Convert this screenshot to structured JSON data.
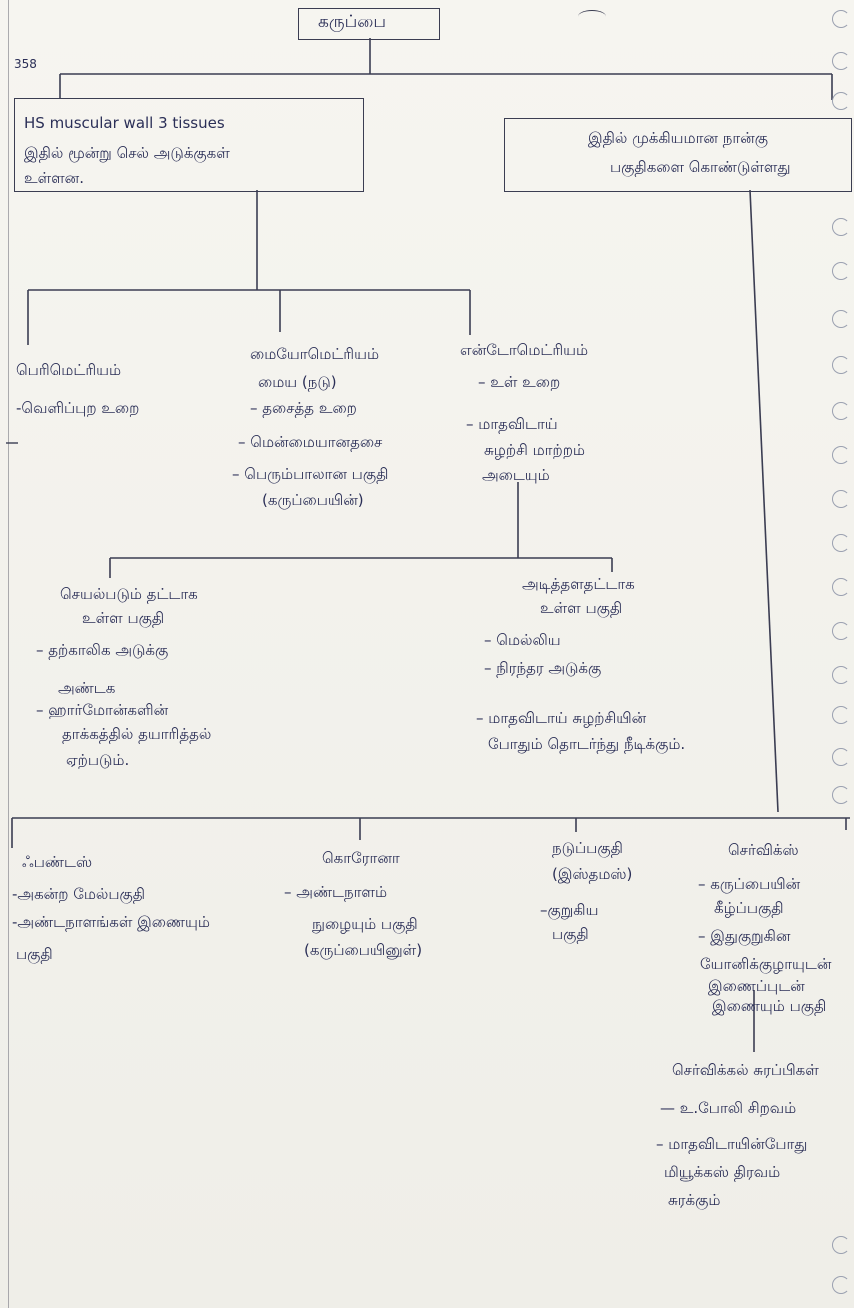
{
  "root": {
    "title": "கருப்பை"
  },
  "page_note": "358",
  "left_box": {
    "line1": "HS muscular wall 3 tissues",
    "line2": "இதில் மூன்று செல் அடுக்குகள்",
    "line3": "உள்ளன."
  },
  "right_box": {
    "line1": "இதில் முக்கியமான நான்கு",
    "line2": "பகுதிகளை கொண்டுள்ளது"
  },
  "perimetrium": {
    "title": "பெரிமெட்ரியம்",
    "items": [
      "-வெளிப்புற உறை"
    ]
  },
  "myometrium": {
    "title": "மையோமெட்ரியம்",
    "subtitle": "மைய (நடு)",
    "items": [
      "– தசைத்த உறை",
      "– மென்மையானதசை",
      "– பெரும்பாலான பகுதி",
      "(கருப்பையின்)"
    ]
  },
  "endometrium": {
    "title": "என்டோமெட்ரியம்",
    "items": [
      "– உள் உறை",
      "– மாதவிடாய்",
      "சுழற்சி மாற்றம்",
      "அடையும்"
    ]
  },
  "functional": {
    "title1": "செயல்படும் தட்டாக",
    "title2": "உள்ள பகுதி",
    "items": [
      "– தற்காலிக அடுக்கு",
      "அண்டக",
      "– ஹார்மோன்களின்",
      "தாக்கத்தில் தயாரித்தல்",
      "ஏற்படும்."
    ]
  },
  "basal": {
    "title1": "அடித்தளதட்டாக",
    "title2": "உள்ள பகுதி",
    "items": [
      "– மெல்லிய",
      "– நிரந்தர அடுக்கு",
      "– மாதவிடாய் சுழற்சியின்",
      "போதும் தொடர்ந்து நீடிக்கும்."
    ]
  },
  "fundus": {
    "title": "ஃபண்டஸ்",
    "items": [
      "-அகன்ற மேல்பகுதி",
      "-அண்டநாளங்கள் இணையும்",
      "பகுதி"
    ]
  },
  "corona": {
    "title": "கொரோனா",
    "items": [
      "– அண்டநாளம்",
      "நுழையும் பகுதி",
      "(கருப்பையினுள்)"
    ]
  },
  "isthmus": {
    "title1": "நடுப்பகுதி",
    "title2": "(இஸ்தமஸ்)",
    "items": [
      "–குறுகிய",
      "பகுதி"
    ]
  },
  "cervix": {
    "title": "செர்விக்ஸ்",
    "items": [
      "– கருப்பையின்",
      "கீழ்ப்பகுதி",
      "– இதுகுறுகின",
      "யோனிக்குழாயுடன்",
      "இணைப்புடன்",
      "இணையும் பகுதி"
    ]
  },
  "cervical_glands": {
    "title": "செர்விக்கல் சுரப்பிகள்",
    "items": [
      "— உ.போலி சிறவம்",
      "– மாதவிடாயின்போது",
      "மியூக்கஸ் திரவம்",
      "சுரக்கும்"
    ]
  }
}
